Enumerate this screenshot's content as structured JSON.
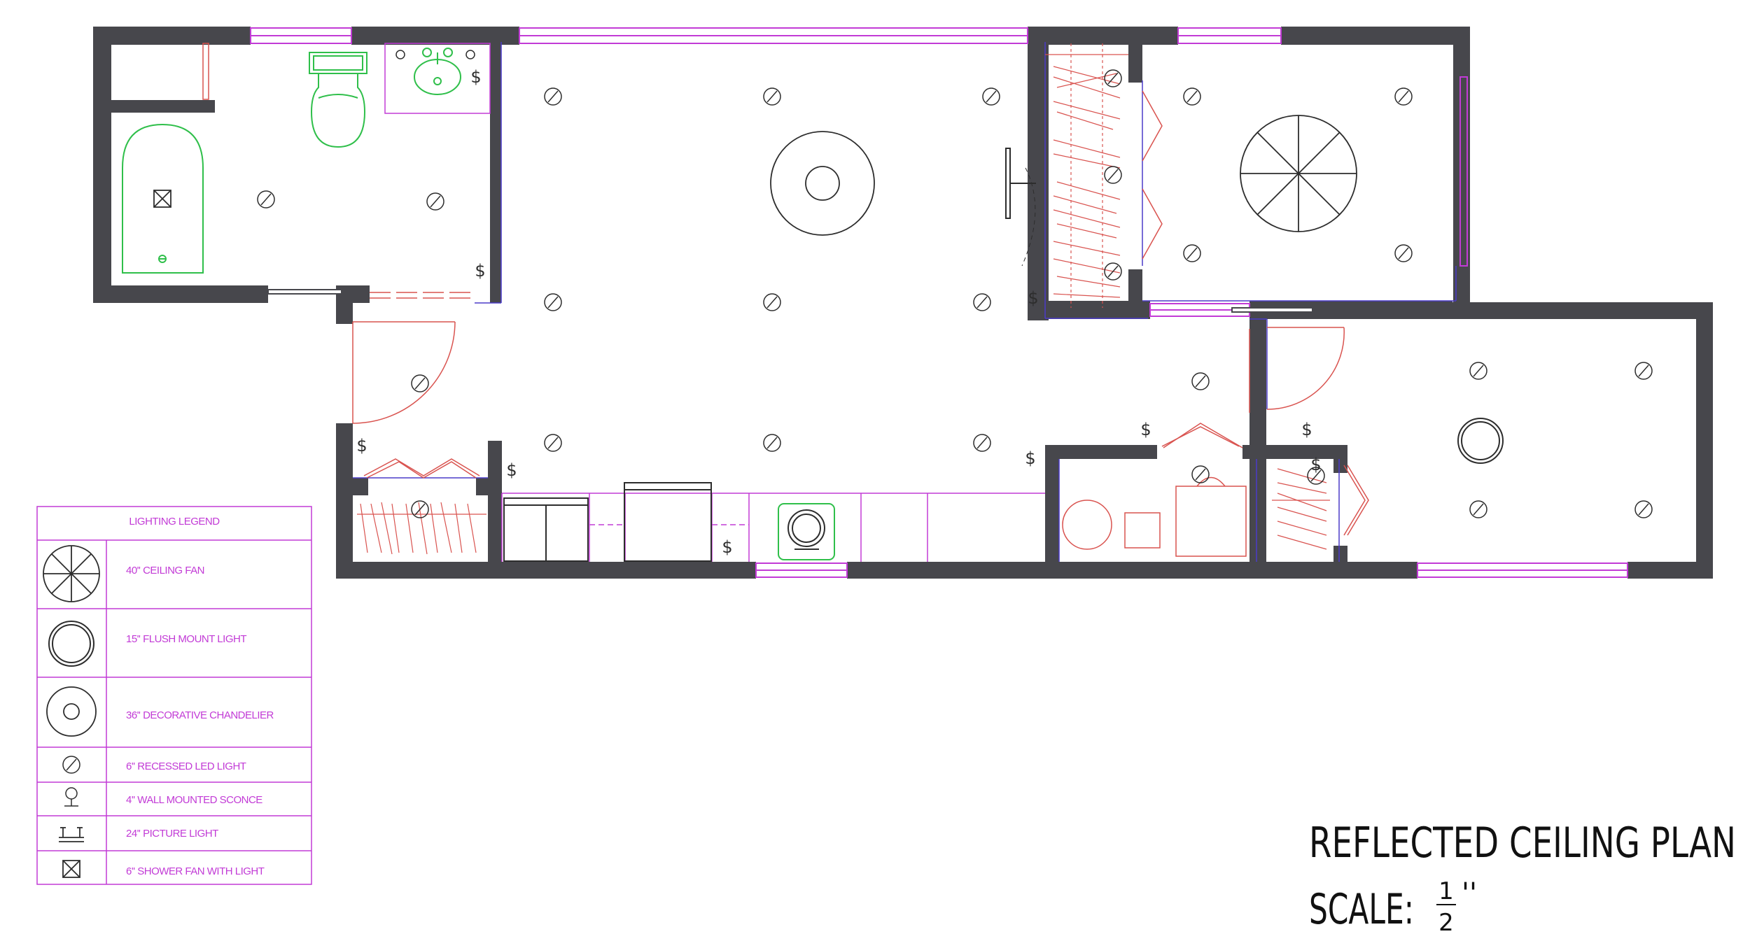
{
  "plan": {
    "title": "REFLECTED CEILING PLAN",
    "scale_label": "SCALE:",
    "scale_numerator": "1",
    "scale_denominator": "2",
    "scale_unit": "''"
  },
  "legend": {
    "heading": "LIGHTING LEGEND",
    "items": [
      {
        "symbol": "ceiling-fan-icon",
        "label": "40'' CEILING FAN"
      },
      {
        "symbol": "flush-mount-light-icon",
        "label": "15'' FLUSH MOUNT LIGHT"
      },
      {
        "symbol": "chandelier-icon",
        "label": "36'' DECORATIVE CHANDELIER"
      },
      {
        "symbol": "recessed-light-icon",
        "label": "6'' RECESSED LED LIGHT"
      },
      {
        "symbol": "sconce-icon",
        "label": "4'' WALL MOUNTED SCONCE"
      },
      {
        "symbol": "picture-light-icon",
        "label": "24'' PICTURE LIGHT"
      },
      {
        "symbol": "shower-fan-icon",
        "label": "6'' SHOWER FAN WITH LIGHT"
      }
    ]
  },
  "switch_symbol": "$",
  "colors": {
    "wall": "#47474c",
    "legend": "#c23bd6",
    "fixture": "#2d2d2d",
    "door": "#d9534f",
    "plumbing": "#2fbf4a",
    "boundary": "#4b3cc9",
    "window": "#c23bd6"
  }
}
